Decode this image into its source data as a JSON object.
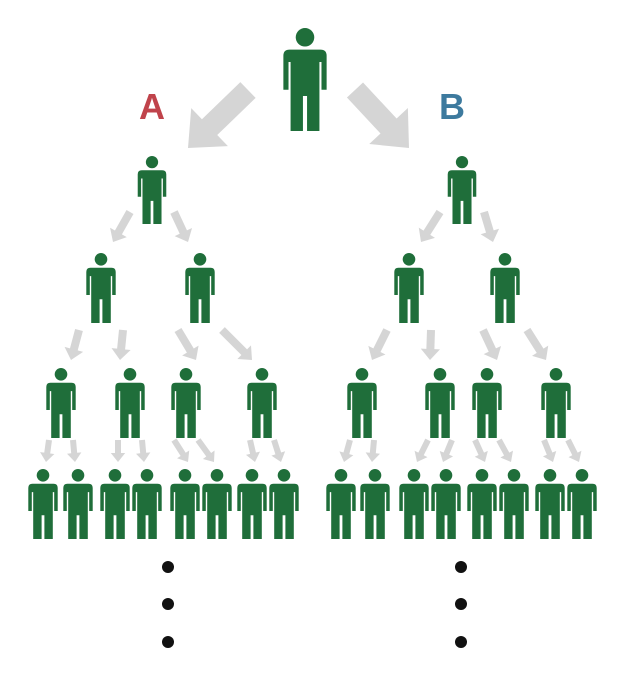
{
  "branches": [
    {
      "label": "A",
      "color": "#c0434b"
    },
    {
      "label": "B",
      "color": "#3d7a9e"
    }
  ],
  "colors": {
    "person": "#1f6e3a",
    "arrow": "#d5d5d5",
    "ellipsis_dot": "#111111"
  },
  "icons": {
    "person": "person-icon",
    "arrow": "arrow-icon",
    "continuation": "ellipsis-dot-icon"
  },
  "structure": {
    "root_people": 1,
    "children_per_person": 2,
    "generations_below_branch": 3
  }
}
